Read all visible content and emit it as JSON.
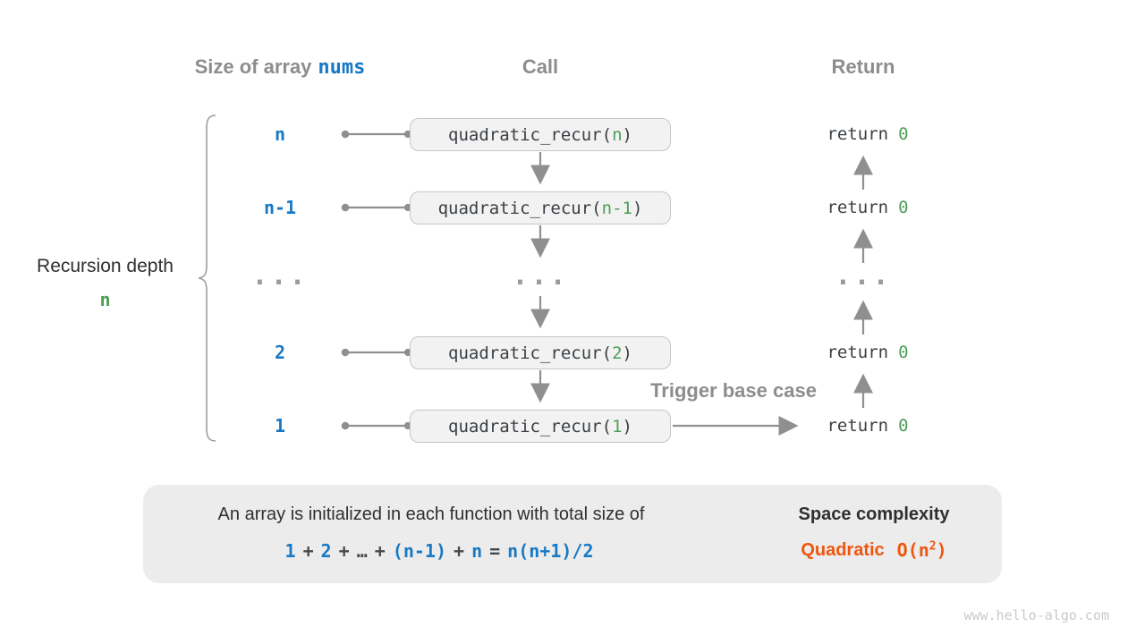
{
  "columns": {
    "size_header_prefix": "Size of array",
    "size_header_code": "nums",
    "call_header": "Call",
    "return_header": "Return"
  },
  "left_brace": {
    "label": "Recursion depth",
    "value": "n"
  },
  "rows": [
    {
      "size": "n",
      "call_prefix": "quadratic_recur(",
      "call_arg": "n",
      "call_suffix": ")",
      "return_keyword": "return",
      "return_value": "0"
    },
    {
      "size": "n-1",
      "call_prefix": "quadratic_recur(",
      "call_arg": "n-1",
      "call_suffix": ")",
      "return_keyword": "return",
      "return_value": "0"
    },
    {
      "size": "2",
      "call_prefix": "quadratic_recur(",
      "call_arg": "2",
      "call_suffix": ")",
      "return_keyword": "return",
      "return_value": "0"
    },
    {
      "size": "1",
      "call_prefix": "quadratic_recur(",
      "call_arg": "1",
      "call_suffix": ")",
      "return_keyword": "return",
      "return_value": "0"
    }
  ],
  "ellipsis_row": {
    "size": "...",
    "call": "...",
    "return": "..."
  },
  "trigger_label": "Trigger base case",
  "panel": {
    "line1": "An array is initialized in each function with total size of",
    "equation": [
      {
        "t": "1"
      },
      {
        "t": "+"
      },
      {
        "t": "2"
      },
      {
        "t": "+"
      },
      {
        "t": "…"
      },
      {
        "t": "+"
      },
      {
        "t": "(n-1)"
      },
      {
        "t": "+"
      },
      {
        "t": "n"
      },
      {
        "t": "="
      },
      {
        "t": "n(n+1)/2"
      }
    ],
    "result_title": "Space complexity",
    "result_word": "Quadratic",
    "result_o_prefix": "O(n",
    "result_exponent": "2",
    "result_o_suffix": ")"
  },
  "watermark": "www.hello-algo.com",
  "colors": {
    "blue": "#1879c4",
    "green": "#4d9e57",
    "gray_header": "#8d8d8d",
    "dark_code": "#3b4045",
    "arrow_gray": "#8f8f8f",
    "box_background": "#f2f2f2",
    "box_border": "#c6c6c6",
    "panel_background": "#ececec",
    "orange": "#ee560f",
    "watermark_gray": "#c9c9c9"
  }
}
